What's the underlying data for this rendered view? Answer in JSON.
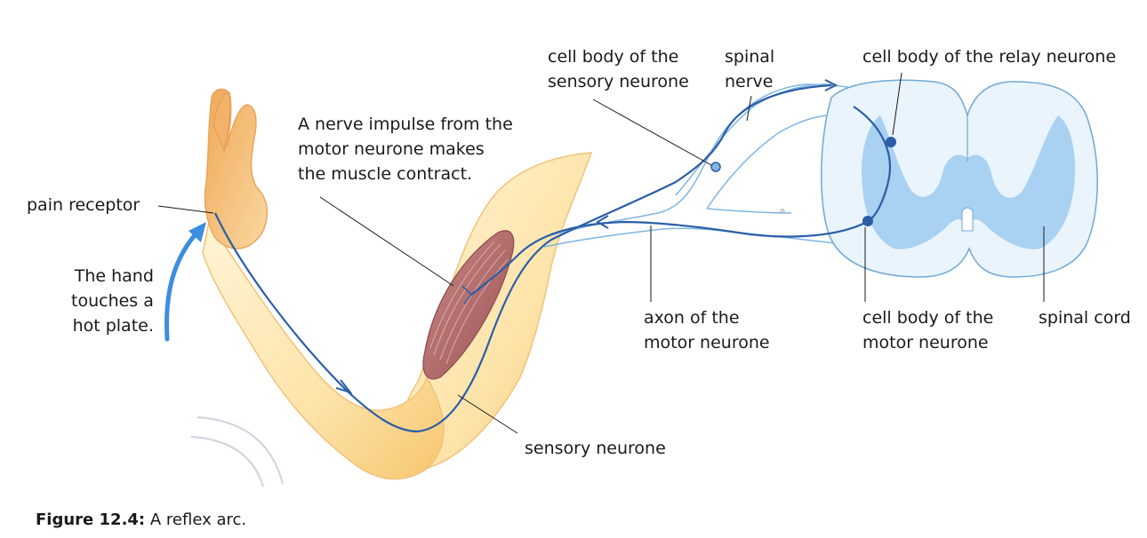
{
  "labels": {
    "sensory_cell_body": [
      "cell body of the",
      "sensory neurone"
    ],
    "spinal_nerve": [
      "spinal",
      "nerve"
    ],
    "relay_cell_body": "cell body of the relay neurone",
    "impulse_note": [
      "A nerve impulse from the",
      "motor neurone makes",
      "the muscle contract."
    ],
    "pain_receptor": "pain receptor",
    "hot_plate": [
      "The hand",
      "touches a",
      "hot plate."
    ],
    "motor_axon": [
      "axon of the",
      "motor neurone"
    ],
    "motor_cell_body": [
      "cell body of the",
      "motor neurone"
    ],
    "spinal_cord": "spinal cord",
    "sensory_neurone": "sensory neurone"
  },
  "caption": {
    "number": "Figure 12.4:",
    "text": "A reflex arc."
  },
  "colors": {
    "skin_light": "#fde7b0",
    "skin_dark": "#f2b45e",
    "muscle": "#b56a6a",
    "spinal_cord_fill": "#e8f3fb",
    "grey_matter": "#9fcdee",
    "neurone": "#2b5ea7",
    "arrow": "#3c8ede"
  }
}
